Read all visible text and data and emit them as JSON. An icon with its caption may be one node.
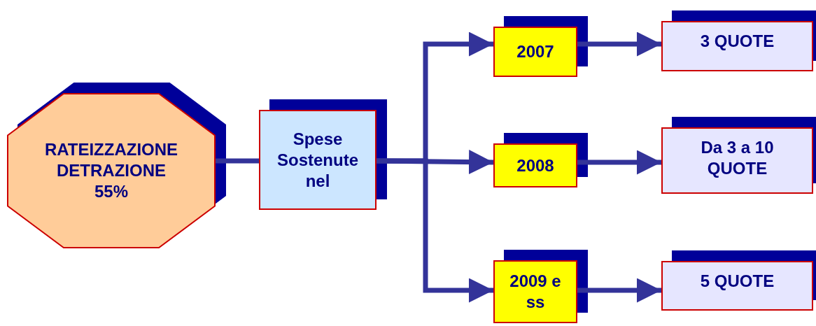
{
  "diagram": {
    "nodes": [
      {
        "text": [
          "RATEIZZAZIONE DETRAZIONE 55%"
        ]
      },
      {
        "text": [
          "Spese Sostenute nel"
        ]
      },
      {
        "text": [
          "2007"
        ]
      },
      {
        "text": [
          "2008"
        ]
      },
      {
        "text": [
          "2009 e ss"
        ]
      },
      {
        "text": [
          "3 QUOTE"
        ]
      },
      {
        "text": [
          "Da 3 a 10 QUOTE"
        ]
      },
      {
        "text": [
          "5 QUOTE"
        ]
      }
    ],
    "edges": [
      {
        "from": 0,
        "to": 1,
        "arrow": "none"
      },
      {
        "from": 1,
        "to": 2,
        "arrow": "to"
      },
      {
        "from": 1,
        "to": 3,
        "arrow": "to"
      },
      {
        "from": 1,
        "to": 4,
        "arrow": "to"
      },
      {
        "from": 2,
        "to": 5,
        "arrow": "to"
      },
      {
        "from": 3,
        "to": 6,
        "arrow": "to"
      },
      {
        "from": 4,
        "to": 7,
        "arrow": "to"
      }
    ]
  }
}
